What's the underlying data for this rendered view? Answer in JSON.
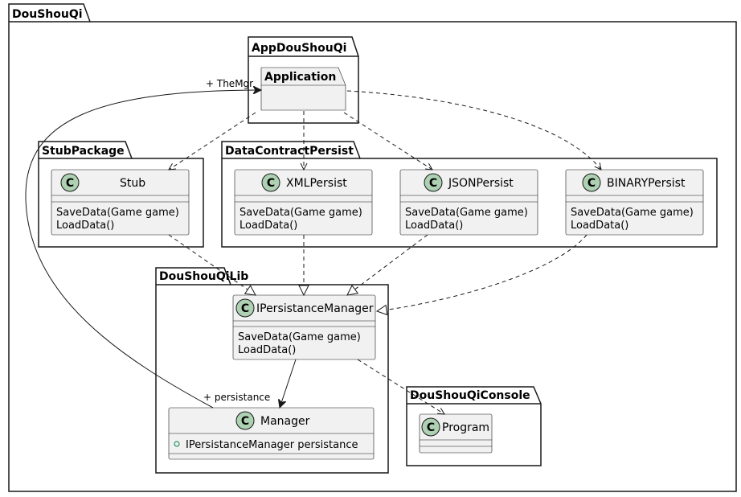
{
  "packages": {
    "root": "DouShouQi",
    "app": "AppDouShouQi",
    "app_inner": "Application",
    "stub": "StubPackage",
    "dcp": "DataContractPersist",
    "lib": "DouShouQiLib",
    "console": "DouShouQiConsole"
  },
  "classes": {
    "stub": {
      "name": "Stub",
      "methods": [
        "SaveData(Game game)",
        "LoadData()"
      ]
    },
    "xml": {
      "name": "XMLPersist",
      "methods": [
        "SaveData(Game game)",
        "LoadData()"
      ]
    },
    "json": {
      "name": "JSONPersist",
      "methods": [
        "SaveData(Game game)",
        "LoadData()"
      ]
    },
    "binary": {
      "name": "BINARYPersist",
      "methods": [
        "SaveData(Game game)",
        "LoadData()"
      ]
    },
    "ipm": {
      "name": "IPersistanceManager",
      "methods": [
        "SaveData(Game game)",
        "LoadData()"
      ]
    },
    "manager": {
      "name": "Manager",
      "fields": [
        "IPersistanceManager persistance"
      ]
    },
    "program": {
      "name": "Program"
    }
  },
  "class_stereotype_letter": "C",
  "labels": {
    "themgr": "+ TheMgr",
    "persistance": "+ persistance"
  },
  "colors": {
    "class_circle": "#ADD1B2",
    "class_fill": "#F1F1F1",
    "border": "#181818"
  }
}
